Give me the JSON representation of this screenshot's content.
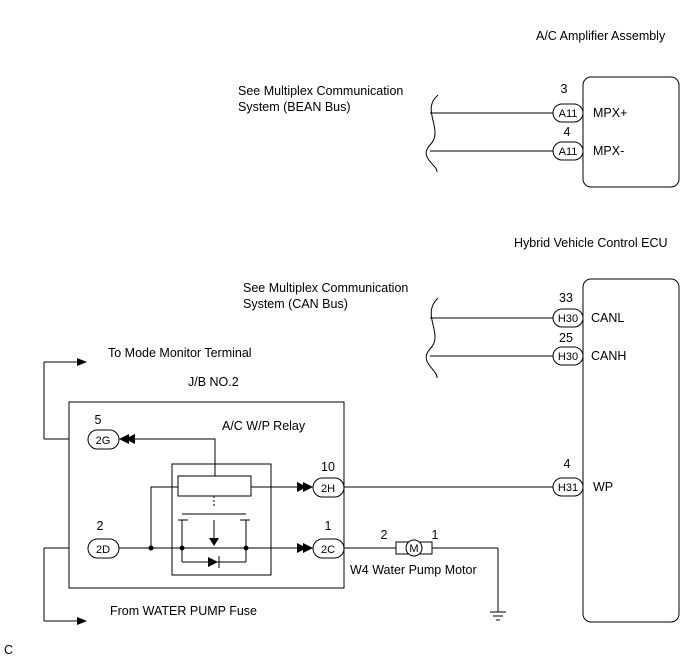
{
  "components": {
    "ac_amplifier": {
      "label": "A/C Amplifier Assembly"
    },
    "hv_ecu": {
      "label": "Hybrid Vehicle Control ECU"
    },
    "jb": {
      "label": "J/B NO.2"
    },
    "relay": {
      "label": "A/C W/P Relay"
    },
    "motor": {
      "label": "W4 Water Pump Motor",
      "symbol": "M",
      "pin_left": "2",
      "pin_right": "1"
    }
  },
  "notes": {
    "bean_line1": "See Multiplex Communication",
    "bean_line2": "System (BEAN Bus)",
    "can_line1": "See Multiplex Communication",
    "can_line2": "System (CAN Bus)",
    "mode_monitor": "To Mode Monitor Terminal",
    "water_pump_fuse": "From WATER PUMP Fuse",
    "corner": "C"
  },
  "connectors": {
    "amp_mpx_plus": {
      "pin": "3",
      "code": "A11",
      "signal": "MPX+"
    },
    "amp_mpx_minus": {
      "pin": "4",
      "code": "A11",
      "signal": "MPX-"
    },
    "ecu_canl": {
      "pin": "33",
      "code": "H30",
      "signal": "CANL"
    },
    "ecu_canh": {
      "pin": "25",
      "code": "H30",
      "signal": "CANH"
    },
    "ecu_wp": {
      "pin": "4",
      "code": "H31",
      "signal": "WP"
    },
    "jb_2g": {
      "pin": "5",
      "code": "2G"
    },
    "jb_2h": {
      "pin": "10",
      "code": "2H"
    },
    "jb_2d": {
      "pin": "2",
      "code": "2D"
    },
    "jb_2c": {
      "pin": "1",
      "code": "2C"
    }
  }
}
